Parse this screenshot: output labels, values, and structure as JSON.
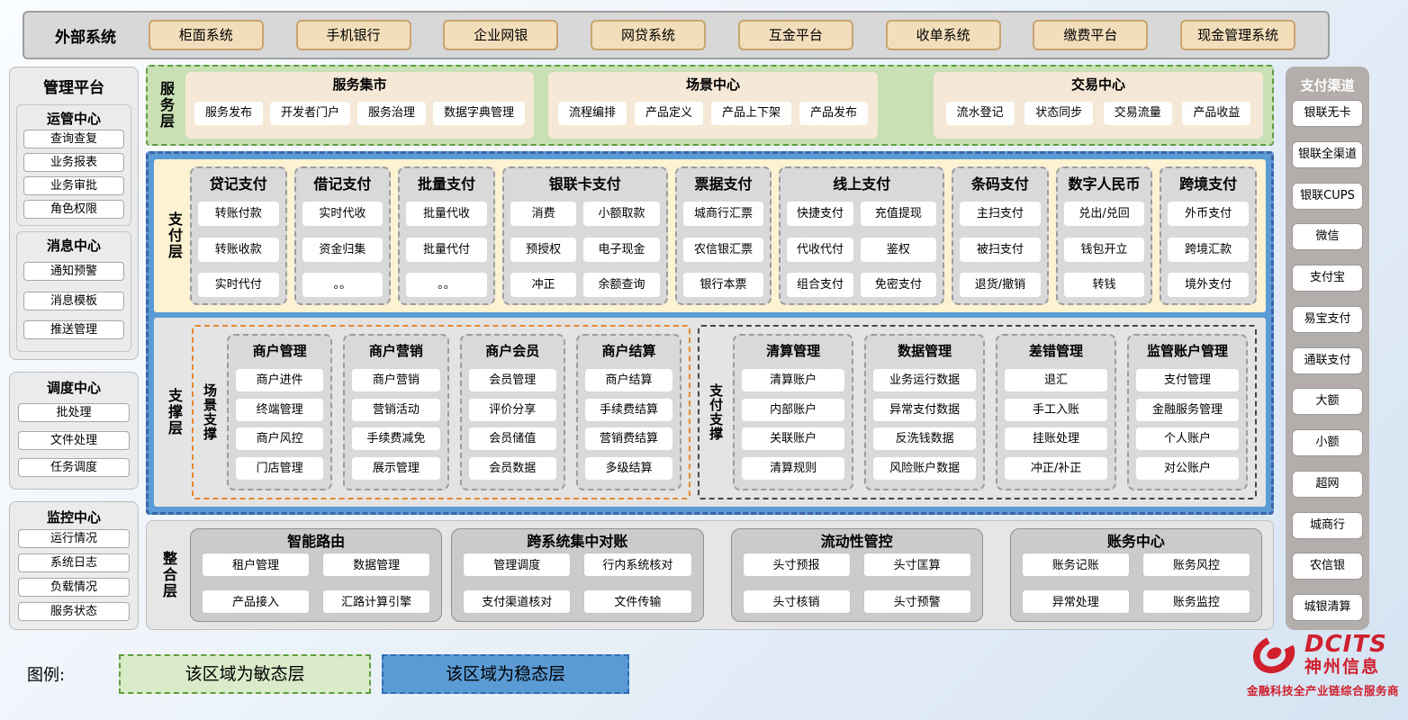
{
  "external": {
    "label": "外部系统",
    "systems": [
      "柜面系统",
      "手机银行",
      "企业网银",
      "网贷系统",
      "互金平台",
      "收单系统",
      "缴费平台",
      "现金管理系统"
    ]
  },
  "management": {
    "title": "管理平台",
    "groups": [
      {
        "title": "运管中心",
        "items": [
          "查询查复",
          "业务报表",
          "业务审批",
          "角色权限"
        ]
      },
      {
        "title": "消息中心",
        "items": [
          "通知预警",
          "消息模板",
          "推送管理"
        ]
      },
      {
        "title": "调度中心",
        "items": [
          "批处理",
          "文件处理",
          "任务调度"
        ]
      },
      {
        "title": "监控中心",
        "items": [
          "运行情况",
          "系统日志",
          "负载情况",
          "服务状态"
        ]
      }
    ]
  },
  "service_layer": {
    "label": "服务层",
    "panels": [
      {
        "title": "服务集市",
        "items": [
          "服务发布",
          "开发者门户",
          "服务治理",
          "数据字典管理"
        ]
      },
      {
        "title": "场景中心",
        "items": [
          "流程编排",
          "产品定义",
          "产品上下架",
          "产品发布"
        ]
      },
      {
        "title": "交易中心",
        "items": [
          "流水登记",
          "状态同步",
          "交易流量",
          "产品收益"
        ]
      }
    ]
  },
  "payment_layer": {
    "label": "支付层",
    "columns": [
      {
        "title": "贷记支付",
        "items": [
          "转账付款",
          "转账收款",
          "实时代付"
        ]
      },
      {
        "title": "借记支付",
        "items": [
          "实时代收",
          "资金归集",
          "。。"
        ]
      },
      {
        "title": "批量支付",
        "items": [
          "批量代收",
          "批量代付",
          "。。"
        ]
      },
      {
        "title": "银联卡支付",
        "items": [
          "消费",
          "小额取款",
          "预授权",
          "电子现金",
          "冲正",
          "余额查询"
        ]
      },
      {
        "title": "票据支付",
        "items": [
          "城商行汇票",
          "农信银汇票",
          "银行本票"
        ]
      },
      {
        "title": "线上支付",
        "items": [
          "快捷支付",
          "充值提现",
          "代收代付",
          "鉴权",
          "组合支付",
          "免密支付"
        ]
      },
      {
        "title": "条码支付",
        "items": [
          "主扫支付",
          "被扫支付",
          "退货/撤销"
        ]
      },
      {
        "title": "数字人民币",
        "items": [
          "兑出/兑回",
          "钱包开立",
          "转钱"
        ]
      },
      {
        "title": "跨境支付",
        "items": [
          "外币支付",
          "跨境汇款",
          "境外支付"
        ]
      }
    ]
  },
  "support_layer": {
    "label": "支撑层",
    "scene": {
      "label": "场景支撑",
      "columns": [
        {
          "title": "商户管理",
          "items": [
            "商户进件",
            "终端管理",
            "商户风控",
            "门店管理"
          ]
        },
        {
          "title": "商户营销",
          "items": [
            "商户营销",
            "营销活动",
            "手续费减免",
            "展示管理"
          ]
        },
        {
          "title": "商户会员",
          "items": [
            "会员管理",
            "评价分享",
            "会员储值",
            "会员数据"
          ]
        },
        {
          "title": "商户结算",
          "items": [
            "商户结算",
            "手续费结算",
            "营销费结算",
            "多级结算"
          ]
        }
      ]
    },
    "payment_support": {
      "label": "支付支撑",
      "columns": [
        {
          "title": "清算管理",
          "items": [
            "清算账户",
            "内部账户",
            "关联账户",
            "清算规则"
          ]
        },
        {
          "title": "数据管理",
          "items": [
            "业务运行数据",
            "异常支付数据",
            "反洗钱数据",
            "风险账户数据"
          ]
        },
        {
          "title": "差错管理",
          "items": [
            "退汇",
            "手工入账",
            "挂账处理",
            "冲正/补正"
          ]
        },
        {
          "title": "监管账户管理",
          "items": [
            "支付管理",
            "金融服务管理",
            "个人账户",
            "对公账户"
          ]
        }
      ]
    }
  },
  "integration_layer": {
    "label": "整合层",
    "panels": [
      {
        "title": "智能路由",
        "items": [
          "租户管理",
          "数据管理",
          "产品接入",
          "汇路计算引擎"
        ]
      },
      {
        "title": "跨系统集中对账",
        "items": [
          "管理调度",
          "行内系统核对",
          "支付渠道核对",
          "文件传输"
        ]
      },
      {
        "title": "流动性管控",
        "items": [
          "头寸预报",
          "头寸匡算",
          "头寸核销",
          "头寸预警"
        ]
      },
      {
        "title": "账务中心",
        "items": [
          "账务记账",
          "账务风控",
          "异常处理",
          "账务监控"
        ]
      }
    ]
  },
  "channels": {
    "title": "支付渠道",
    "items": [
      "银联无卡",
      "银联全渠道",
      "银联CUPS",
      "微信",
      "支付宝",
      "易宝支付",
      "通联支付",
      "大额",
      "小额",
      "超网",
      "城商行",
      "农信银",
      "城银清算"
    ]
  },
  "legend": {
    "label": "图例:",
    "agile": "该区域为敏态层",
    "stable": "该区域为稳态层"
  },
  "logo": {
    "name": "DCITS",
    "company": "神州信息",
    "tagline": "金融科技全产业链综合服务商"
  },
  "colors": {
    "agile_green_bg": "#c9dfb4",
    "agile_green_border": "#5e9c42",
    "stable_blue_bg": "#5b9bd5",
    "stable_blue_border": "#3c64a8",
    "tan_button_bg": "#f3debc",
    "tan_button_border": "#c9a470",
    "payment_cream_bg": "#fdf3d2",
    "scene_orange_border": "#e8872c",
    "logo_red": "#d0202e"
  }
}
